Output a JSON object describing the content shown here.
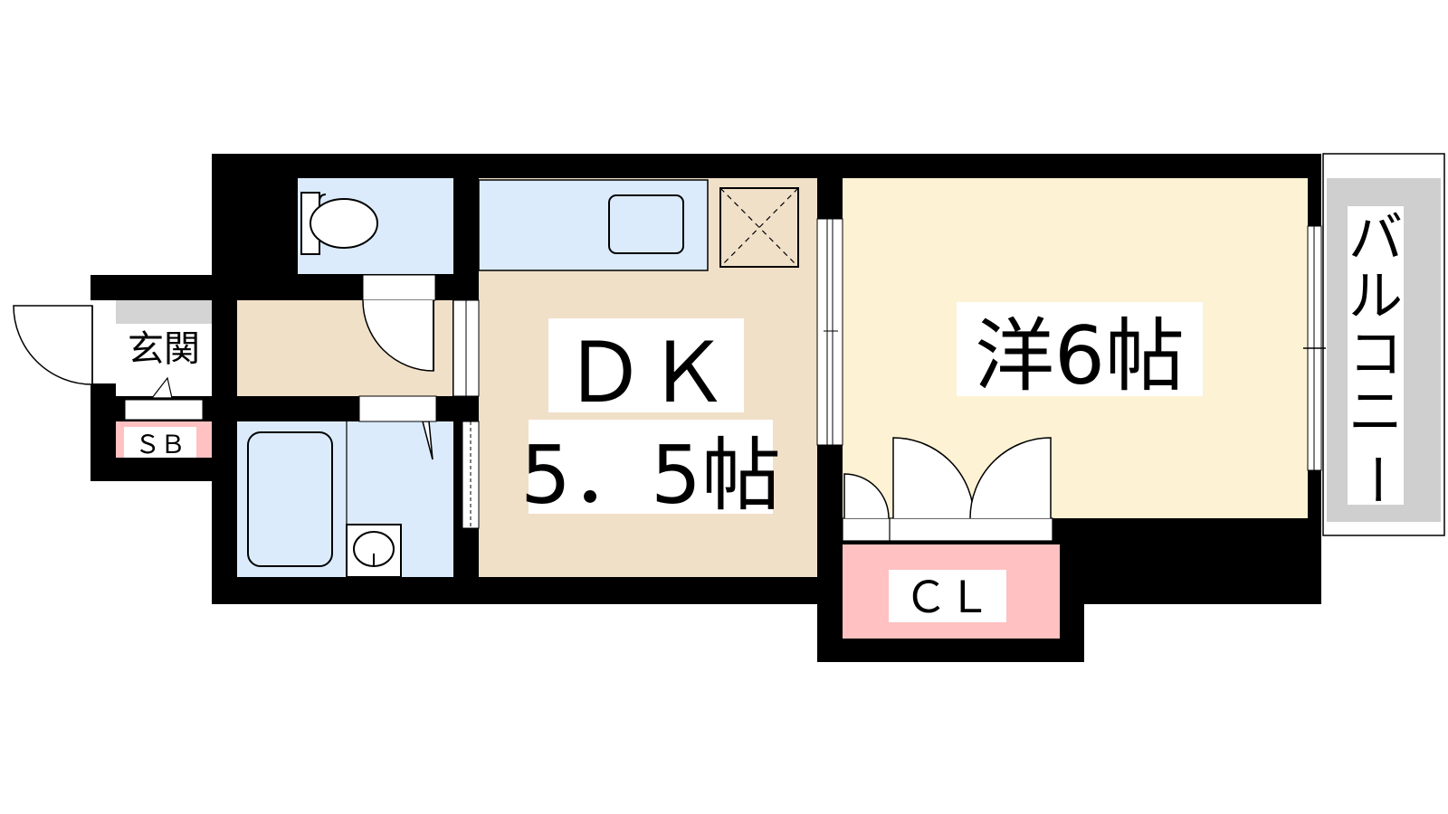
{
  "floorplan": {
    "rooms": {
      "genkan": {
        "label": "玄関"
      },
      "shoe_box": {
        "label": "ＳＢ"
      },
      "dk": {
        "label_line1": "ＤＫ",
        "label_line2": "5．5帖"
      },
      "western": {
        "label": "洋6帖"
      },
      "closet": {
        "label": "ＣＬ"
      },
      "balcony": {
        "label": [
          "バ",
          "ル",
          "コ",
          "ニ",
          "ー"
        ]
      }
    }
  },
  "colors": {
    "wall": "#000000",
    "background": "#ffffff",
    "floor_dk": "#f0e0c8",
    "floor_western": "#fdf2d4",
    "wet_area": "#dcebfc",
    "storage": "#ffc1c1",
    "balcony": "#cfcfcf",
    "entrance_floor": "#d4d4d4"
  }
}
